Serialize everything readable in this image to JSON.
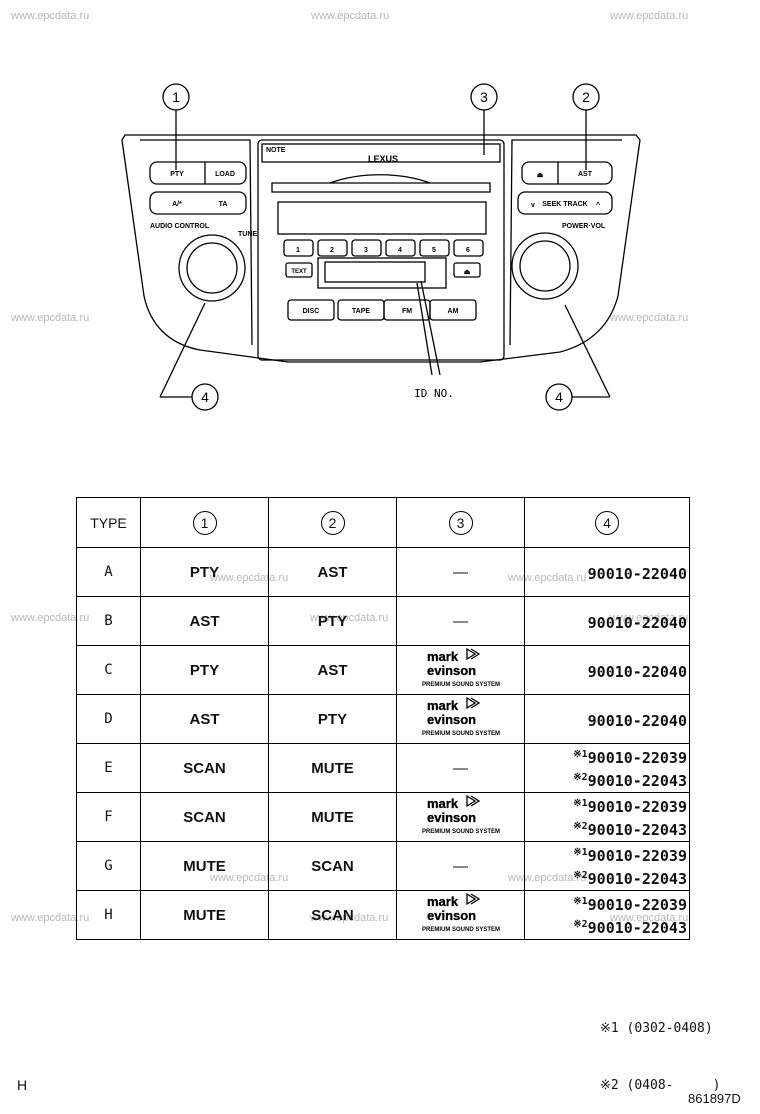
{
  "watermark": "www.epcdata.ru",
  "diagram": {
    "callouts": [
      "1",
      "2",
      "3",
      "4",
      "4"
    ],
    "id_label": "ID NO.",
    "panel": {
      "brand": "LEXUS",
      "note_tag": "NOTE",
      "left_buttons": [
        "PTY",
        "LOAD",
        "A/*",
        "TA"
      ],
      "left_knob_labels": [
        "AUDIO CONTROL",
        "TUNE"
      ],
      "right_buttons": [
        "AST",
        "SEEK TRACK"
      ],
      "right_knob_label": "POWER·VOL",
      "presets": [
        "1",
        "2",
        "3",
        "4",
        "5",
        "6"
      ],
      "text_button": "TEXT",
      "bottom_buttons": [
        "DISC",
        "TAPE",
        "FM",
        "AM"
      ]
    }
  },
  "table": {
    "headers": [
      "TYPE",
      "1",
      "2",
      "3",
      "4"
    ],
    "rows": [
      {
        "type": "A",
        "c1": "PTY",
        "c2": "AST",
        "c3": "—",
        "logo": false,
        "pn": [
          {
            "mark": "",
            "num": "90010-22040"
          }
        ]
      },
      {
        "type": "B",
        "c1": "AST",
        "c2": "PTY",
        "c3": "—",
        "logo": false,
        "pn": [
          {
            "mark": "",
            "num": "90010-22040"
          }
        ]
      },
      {
        "type": "C",
        "c1": "PTY",
        "c2": "AST",
        "c3": "",
        "logo": true,
        "pn": [
          {
            "mark": "",
            "num": "90010-22040"
          }
        ]
      },
      {
        "type": "D",
        "c1": "AST",
        "c2": "PTY",
        "c3": "",
        "logo": true,
        "pn": [
          {
            "mark": "",
            "num": "90010-22040"
          }
        ]
      },
      {
        "type": "E",
        "c1": "SCAN",
        "c2": "MUTE",
        "c3": "—",
        "logo": false,
        "pn": [
          {
            "mark": "※1",
            "num": "90010-22039"
          },
          {
            "mark": "※2",
            "num": "90010-22043"
          }
        ]
      },
      {
        "type": "F",
        "c1": "SCAN",
        "c2": "MUTE",
        "c3": "",
        "logo": true,
        "pn": [
          {
            "mark": "※1",
            "num": "90010-22039"
          },
          {
            "mark": "※2",
            "num": "90010-22043"
          }
        ]
      },
      {
        "type": "G",
        "c1": "MUTE",
        "c2": "SCAN",
        "c3": "—",
        "logo": false,
        "pn": [
          {
            "mark": "※1",
            "num": "90010-22039"
          },
          {
            "mark": "※2",
            "num": "90010-22043"
          }
        ]
      },
      {
        "type": "H",
        "c1": "MUTE",
        "c2": "SCAN",
        "c3": "",
        "logo": true,
        "pn": [
          {
            "mark": "※1",
            "num": "90010-22039"
          },
          {
            "mark": "※2",
            "num": "90010-22043"
          }
        ]
      }
    ],
    "logo_text": {
      "line1": "mark",
      "line2": "evinson",
      "sub": "PREMIUM SOUND SYSTEM"
    }
  },
  "notes": [
    "※1 (0302-0408)",
    "※2 (0408-     )"
  ],
  "footer": {
    "left": "H",
    "right": "861897D"
  }
}
